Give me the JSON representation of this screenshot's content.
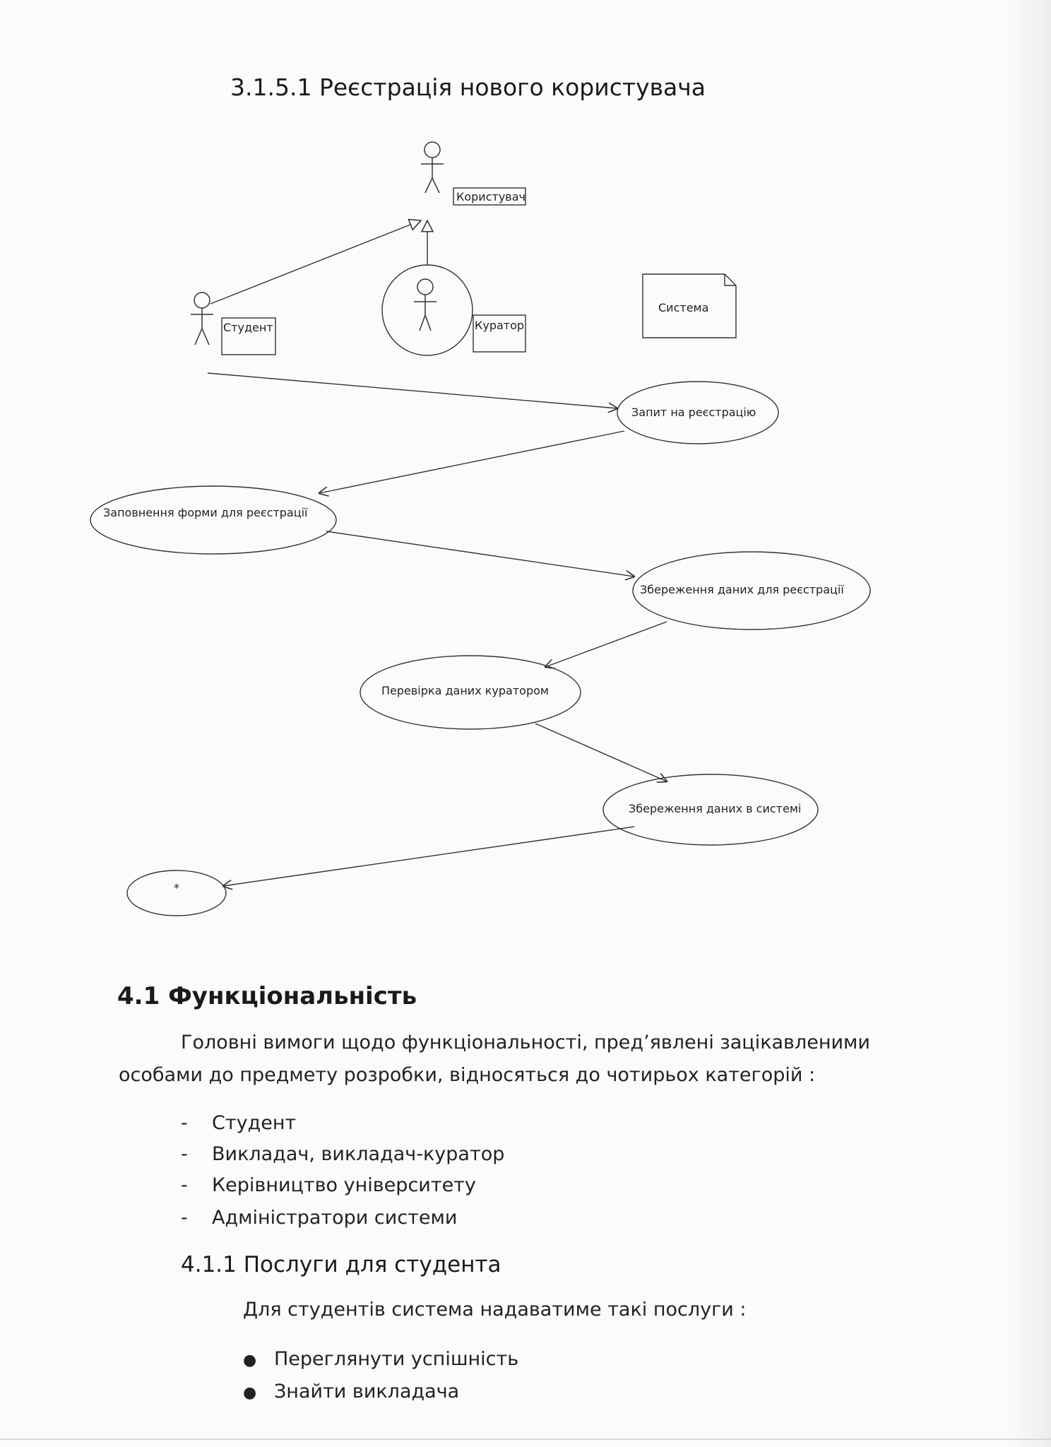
{
  "section_uc": {
    "title": "3.1.5.1 Реєстрація нового користувача"
  },
  "diagram": {
    "actors": {
      "user": "Користувач",
      "student": "Студент",
      "curator": "Куратор",
      "system": "Система"
    },
    "use_cases": {
      "request": "Запит на реєстрацію",
      "fill_form": "Заповнення форми для реєстрації",
      "save_reg": "Збереження даних для реєстрації",
      "check": "Перевірка даних куратором",
      "save_sys": "Збереження даних в системі",
      "end": "*"
    }
  },
  "section_func": {
    "title": "4.1 Функціональність",
    "intro_line1": "Головні вимоги щодо функціональності, пред’явлені зацікавленими",
    "intro_line2": "особами до предмету розробки, відносяться до чотирьох категорій :",
    "categories": [
      "Студент",
      "Викладач, викладач-куратор",
      "Керівництво університету",
      "Адміністратори системи"
    ],
    "dash": "-"
  },
  "section_student": {
    "title": "4.1.1 Послуги для студента",
    "intro": "Для студентів система надаватиме такі послуги :",
    "bullet": "●",
    "items": [
      "Переглянути успішність",
      "Знайти викладача"
    ]
  }
}
